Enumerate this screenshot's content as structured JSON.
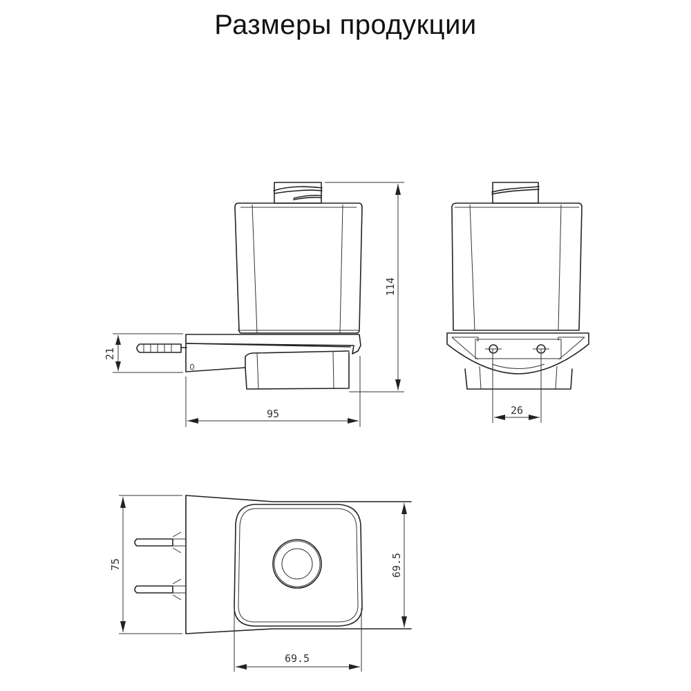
{
  "title": "Размеры продукции",
  "views": {
    "side": {
      "name": "side-view",
      "dimensions": {
        "height_total": "114",
        "bracket_height": "21",
        "depth": "95"
      }
    },
    "front": {
      "name": "front-view",
      "dimensions": {
        "screw_spacing": "26"
      }
    },
    "top": {
      "name": "top-view",
      "dimensions": {
        "base_height": "75",
        "cup_depth": "69.5",
        "cup_width": "69.5"
      }
    }
  },
  "colors": {
    "line": "#222222",
    "background": "#ffffff"
  }
}
